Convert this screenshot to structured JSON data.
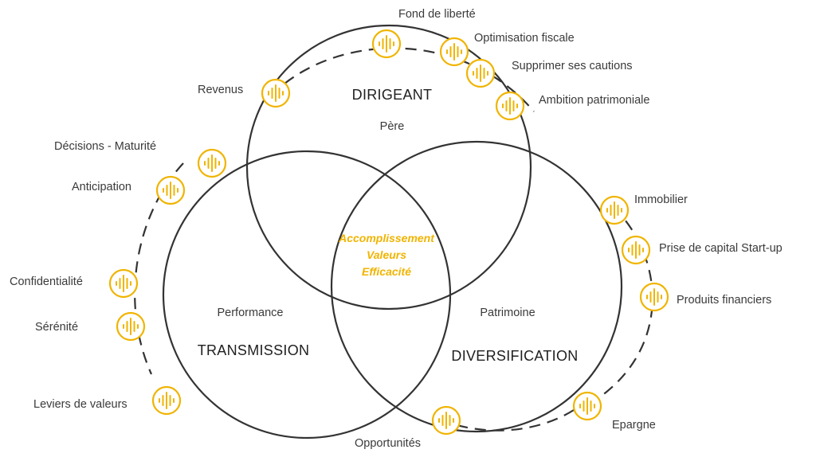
{
  "circles": {
    "dirigeant": {
      "title": "DIRIGEANT",
      "subtitle": "Père"
    },
    "transmission": {
      "title": "TRANSMISSION",
      "subtitle": "Performance"
    },
    "diversification": {
      "title": "DIVERSIFICATION",
      "subtitle": "Patrimoine"
    }
  },
  "center": [
    "Accomplissement",
    "Valeurs",
    "Efficacité"
  ],
  "items": {
    "fond_de_liberte": "Fond de liberté",
    "optimisation_fiscale": "Optimisation fiscale",
    "supprimer_cautions": "Supprimer ses cautions",
    "ambition_patrimoniale": "Ambition patrimoniale",
    "revenus": "Revenus",
    "decisions_maturite": "Décisions - Maturité",
    "anticipation": "Anticipation",
    "confidentialite": "Confidentialité",
    "serenite": "Sérénité",
    "leviers_valeurs": "Leviers de valeurs",
    "opportunites": "Opportunités",
    "epargne": "Epargne",
    "immobilier": "Immobilier",
    "prise_capital": "Prise de capital Start-up",
    "produits_financiers": "Produits financiers"
  },
  "colors": {
    "accent": "#f0b400",
    "line": "#333333",
    "text": "#3a3a3a"
  },
  "icon": "sound-wave-badge-icon"
}
